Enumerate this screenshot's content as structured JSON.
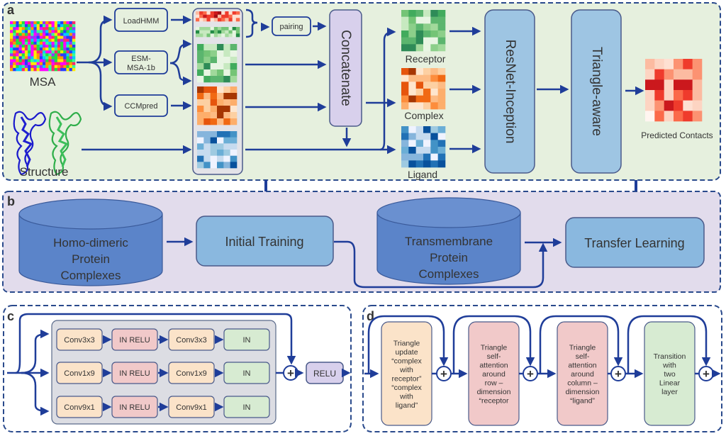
{
  "panels": {
    "a": {
      "label": "a",
      "inputs": {
        "msa": "MSA",
        "structure": "Structure"
      },
      "feature_tools": [
        "LoadHMM",
        "ESM-MSA-1b",
        "CCMpred"
      ],
      "esm_lines": [
        "ESM-",
        "MSA-1b"
      ],
      "pairing": "pairing",
      "concatenate": "Concatenate",
      "maps": [
        "Receptor",
        "Complex",
        "Ligand"
      ],
      "resnet": "ResNet-Inception",
      "triangle": "Triangle-aware",
      "output": "Predicted Contacts"
    },
    "b": {
      "label": "b",
      "db1": [
        "Homo-dimeric",
        "Protein",
        "Complexes"
      ],
      "initial_training": "Initial Training",
      "db2": [
        "Transmembrane",
        "Protein",
        "Complexes"
      ],
      "transfer_learning": "Transfer Learning"
    },
    "c": {
      "label": "c",
      "rows": [
        [
          "Conv3x3",
          "IN RELU",
          "Conv3x3",
          "IN"
        ],
        [
          "Conv1x9",
          "IN RELU",
          "Conv1x9",
          "IN"
        ],
        [
          "Conv9x1",
          "IN RELU",
          "Conv9x1",
          "IN"
        ]
      ],
      "relu": "RELU",
      "plus": "+"
    },
    "d": {
      "label": "d",
      "blocks": [
        [
          "Triangle",
          "update",
          "“complex",
          "with",
          "receptor”",
          "“complex",
          "with",
          "ligand”"
        ],
        [
          "Triangle",
          "self-",
          "attention",
          "around",
          "row –",
          "dimension",
          "“receptor"
        ],
        [
          "Triangle",
          "self-",
          "attention",
          "around",
          "column –",
          "dimension",
          "“ligand”"
        ],
        [
          "Transition",
          "with",
          "two",
          "Linear",
          "layer"
        ]
      ],
      "plus": "+"
    }
  },
  "colors": {
    "arrow": "#1f3d99",
    "panel_a_bg": "#e6f0de",
    "panel_b_bg": "#e2dcec",
    "box_blue": "#9ec5e3",
    "box_purple": "#d8d0ec",
    "db_blue": "#5b84c9",
    "conv_orange": "#fbe3c9",
    "in_relu_red": "#f1c9c9",
    "in_green": "#d7ebd2"
  }
}
